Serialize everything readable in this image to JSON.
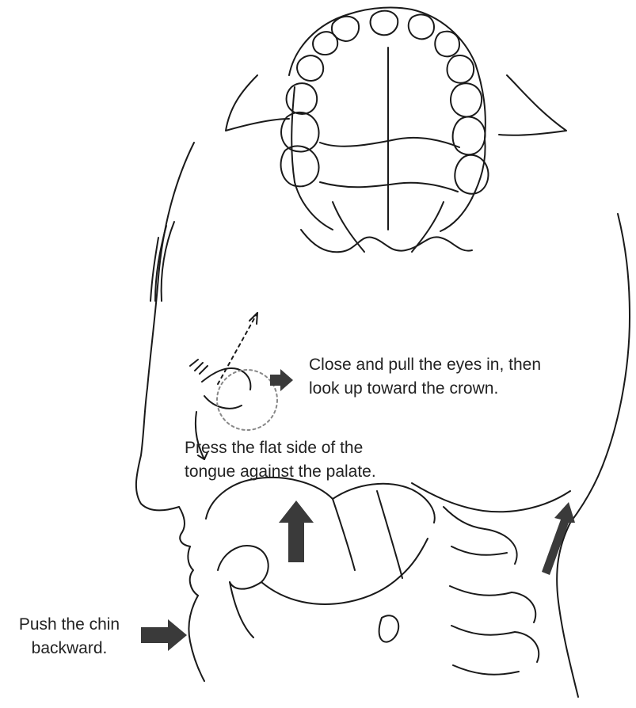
{
  "captions": {
    "eyes": {
      "line1": "Close and pull the eyes in, then",
      "line2": "look up toward the crown."
    },
    "tongue": {
      "line1": "Press the flat side of the",
      "line2": "tongue against the palate."
    },
    "chin": {
      "line1": "Push the chin",
      "line2": "backward."
    }
  },
  "colors": {
    "ink": "#1a1a1a",
    "arrow": "#3a3a3a",
    "background": "#ffffff"
  }
}
